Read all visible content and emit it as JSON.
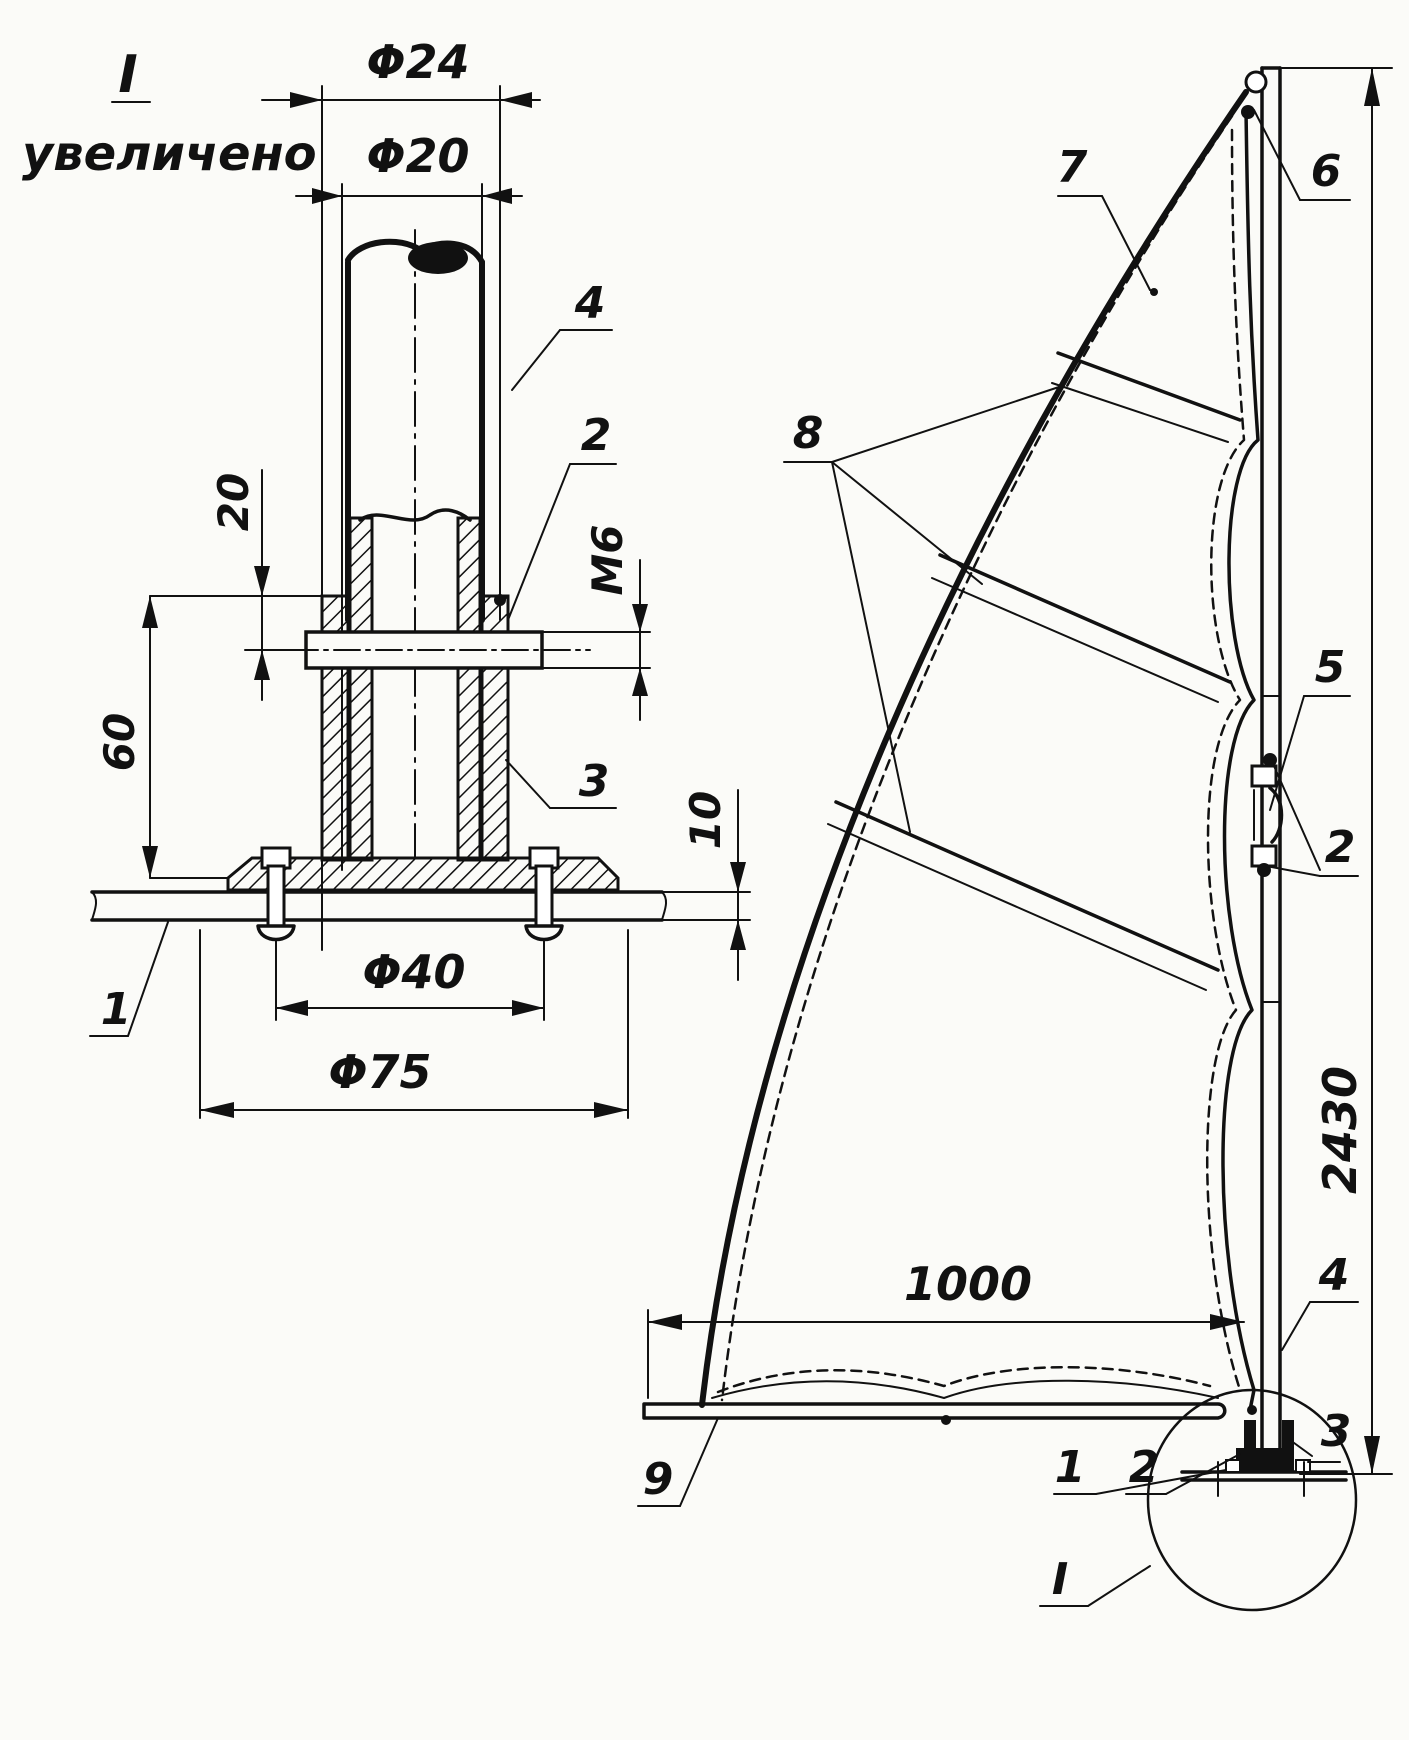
{
  "detail": {
    "numeral": "I",
    "caption": "увеличено",
    "dims": {
      "d_outer": "Φ24",
      "d_inner": "Φ20",
      "h_bolt": "20",
      "thread": "M6",
      "h_socket": "60",
      "t_base": "10",
      "d_bolts": "Φ40",
      "d_base": "Φ75"
    },
    "callouts": {
      "c4": "4",
      "c2": "2",
      "c3": "3",
      "c1": "1"
    }
  },
  "rig": {
    "dims": {
      "height": "2430",
      "boom": "1000"
    },
    "callouts": {
      "c6": "6",
      "c7": "7",
      "c8": "8",
      "c5": "5",
      "c2": "2",
      "c4": "4",
      "c3": "3",
      "c1": "1",
      "c2b": "2",
      "c9": "9",
      "detail": "I"
    }
  }
}
